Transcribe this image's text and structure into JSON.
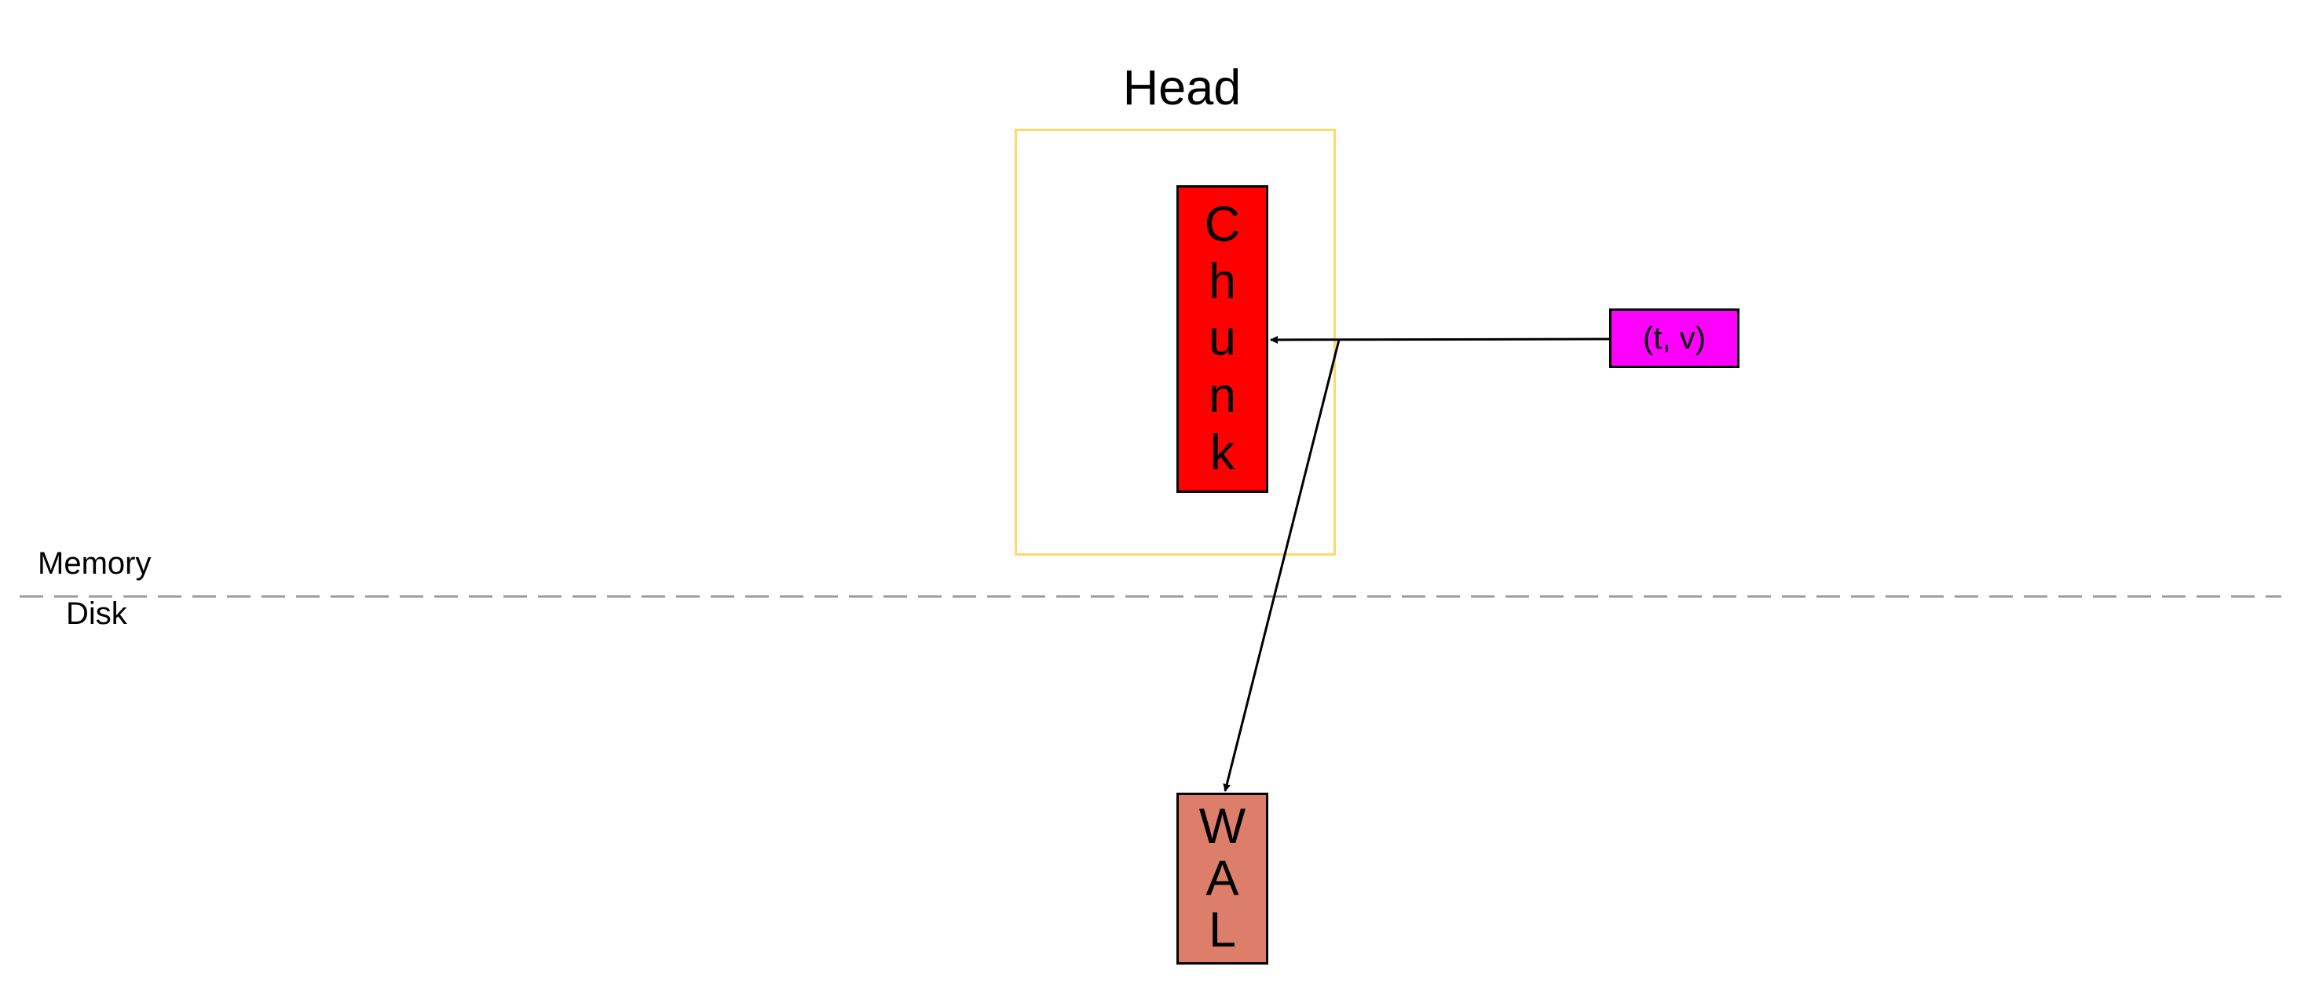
{
  "diagram": {
    "head": {
      "title": "Head"
    },
    "chunk": {
      "letters": [
        "C",
        "h",
        "u",
        "n",
        "k"
      ],
      "fill_color": "#ff0000"
    },
    "sample": {
      "label": "(t, v)",
      "fill_color": "#ff00ff"
    },
    "wal": {
      "letters": [
        "W",
        "A",
        "L"
      ],
      "fill_color": "#dd7e6b"
    },
    "divider": {
      "upper_label": "Memory",
      "lower_label": "Disk",
      "line_color": "#999999"
    },
    "head_border_color": "#ffd966"
  }
}
